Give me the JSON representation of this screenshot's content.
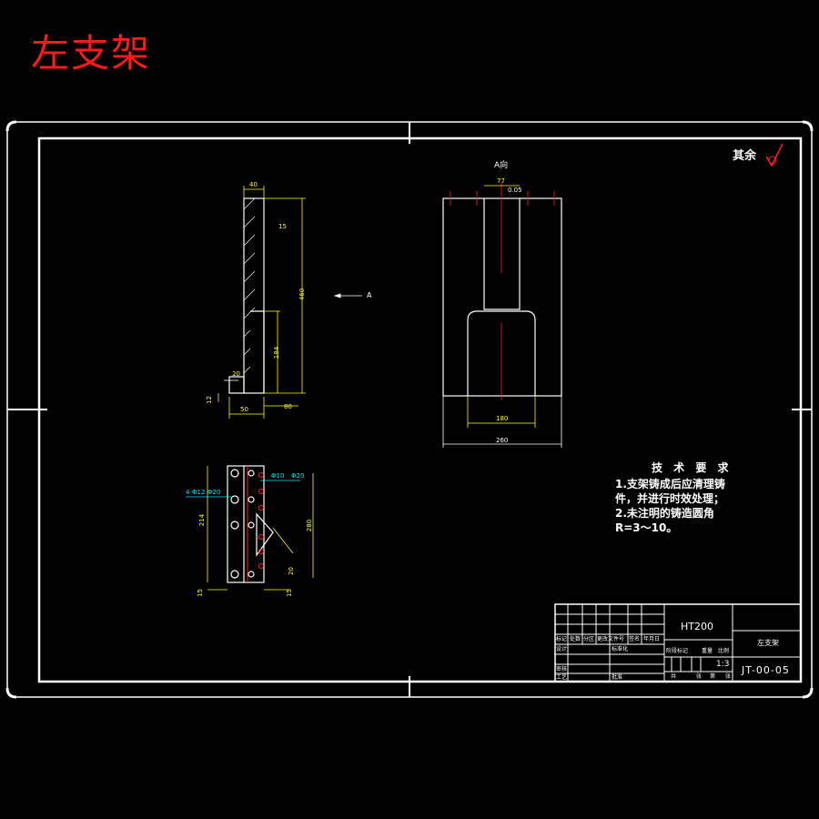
{
  "drawing_title": "左支架",
  "roughness_note": "其余",
  "view_label": "A向",
  "section_arrow_label": "A",
  "technical_requirements": {
    "heading": "技 术 要 求",
    "lines": [
      "1.支架铸成后应清理铸",
      "件，并进行时效处理；",
      "2.未注明的铸造圆角",
      "R=3～10。"
    ]
  },
  "title_block": {
    "material": "HT200",
    "part_name": "左支架",
    "drawing_number": "JT-00-05",
    "scale": "1:3",
    "header_cells": [
      "标记",
      "处数",
      "分区",
      "更改文件号",
      "签名",
      "年月日"
    ],
    "row_labels": [
      "设计",
      "审核",
      "工艺"
    ],
    "mid_labels": [
      "标准化",
      "批准"
    ],
    "stage_labels": [
      "阶段标记",
      "重量",
      "比例"
    ],
    "sheet_labels": [
      "共",
      "张",
      "第",
      "张"
    ]
  },
  "dimensions": {
    "side_view": [
      "40",
      "15",
      "460",
      "184",
      "50",
      "20",
      "12",
      "80"
    ],
    "front_view": [
      "77",
      "0.05",
      "180",
      "260"
    ],
    "bottom_view": [
      "4-Φ12",
      "Φ20",
      "Φ10",
      "Φ20",
      "214",
      "280",
      "15",
      "15",
      "20"
    ]
  }
}
